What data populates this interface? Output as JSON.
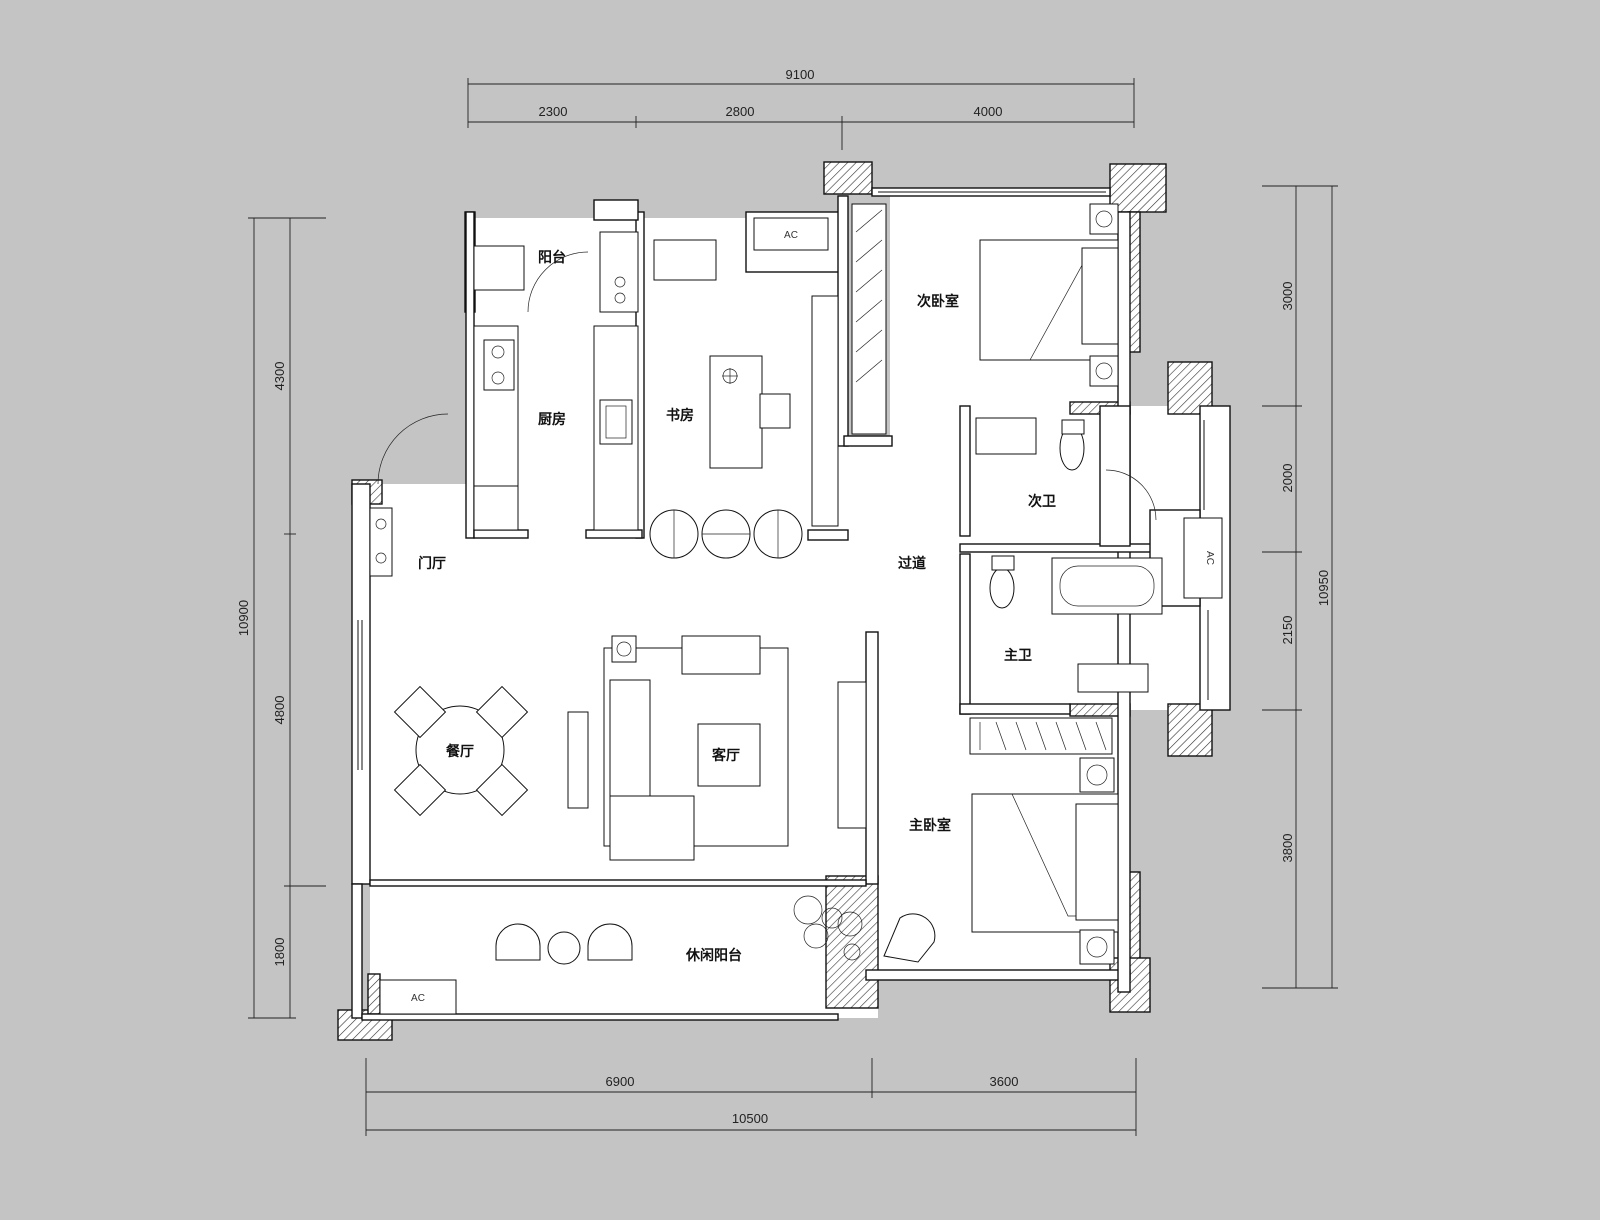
{
  "dimensions": {
    "top_total": "9100",
    "top_segments": [
      "2300",
      "2800",
      "4000"
    ],
    "bottom_segments": [
      "6900",
      "3600"
    ],
    "bottom_total": "10500",
    "left_total": "10900",
    "left_segments": [
      "4300",
      "4800",
      "1800"
    ],
    "right_total": "10950",
    "right_segments": [
      "3000",
      "2000",
      "2150",
      "3800"
    ]
  },
  "rooms": {
    "balcony": "阳台",
    "kitchen": "厨房",
    "study": "书房",
    "second_bedroom": "次卧室",
    "entrance": "门厅",
    "corridor": "过道",
    "second_bath": "次卫",
    "master_bath": "主卫",
    "dining": "餐厅",
    "living": "客厅",
    "master_bedroom": "主卧室",
    "leisure_balcony": "休闲阳台"
  },
  "ac_label": "AC"
}
